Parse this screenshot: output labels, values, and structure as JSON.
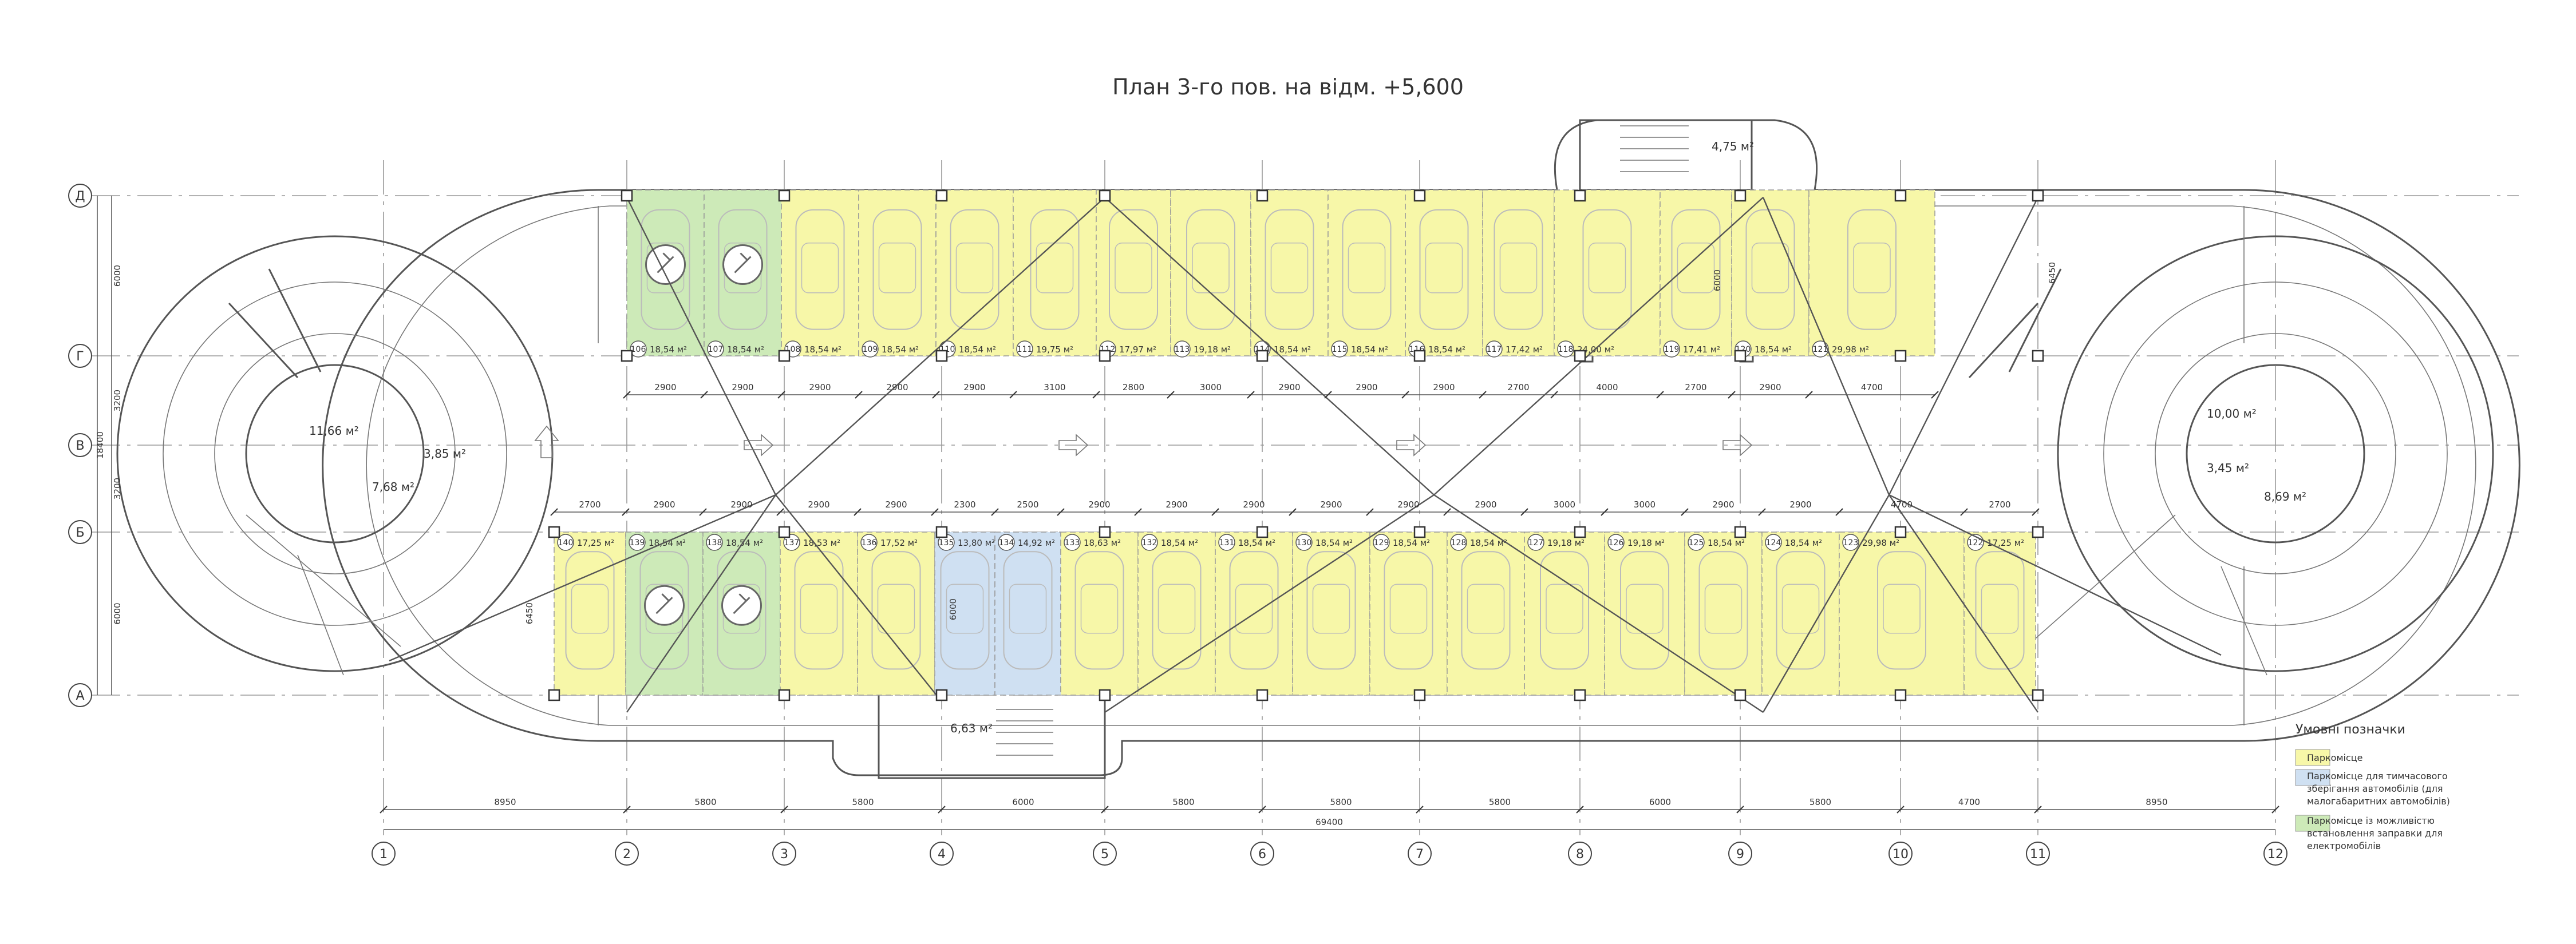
{
  "title": "План 3-го пов. на відм. +5,600",
  "legend": {
    "heading": "Умовні позначки",
    "items": [
      {
        "label": "Паркомісце",
        "color": "#f7f7a8"
      },
      {
        "label": "Паркомісце для тимчасового зберігання автомобілів (для малогабаритних автомобілів)",
        "color": "#cfe0f2"
      },
      {
        "label": "Паркомісце із можливістю встановлення заправки для електромобілів",
        "color": "#cdeab8"
      }
    ]
  },
  "colors": {
    "regular": "#f7f7a8",
    "temporary": "#cfe0f2",
    "ev": "#cdeab8"
  },
  "axes": {
    "columns": [
      "1",
      "2",
      "3",
      "4",
      "5",
      "6",
      "7",
      "8",
      "9",
      "10",
      "11",
      "12"
    ],
    "rows": [
      "Д",
      "Г",
      "В",
      "Б",
      "А"
    ]
  },
  "dims": {
    "bottom": [
      "8950",
      "5800",
      "5800",
      "6000",
      "5800",
      "5800",
      "5800",
      "6000",
      "5800",
      "4700",
      "8950"
    ],
    "total": "69400",
    "left": [
      "6000",
      "3200",
      "3200",
      "6000"
    ],
    "left_total": "18400",
    "upper_bays": [
      "2900",
      "2900",
      "2900",
      "2900",
      "2900",
      "3100",
      "2800",
      "3000",
      "2900",
      "2900",
      "2900",
      "2700",
      "4000",
      "2700",
      "2900",
      "4700"
    ],
    "lower_bays": [
      "2700",
      "2900",
      "2900",
      "2900",
      "2900",
      "2300",
      "2500",
      "2900",
      "2900",
      "2900",
      "2900",
      "2900",
      "2900",
      "3000",
      "3000",
      "2900",
      "2900",
      "4700",
      "2700"
    ],
    "depth_right": "6450",
    "depth_left": "6450",
    "core_depth": "6000",
    "core_depth_lower": "6000"
  },
  "upper_spaces": [
    {
      "num": "106",
      "area": "18,54 м²",
      "type": "ev"
    },
    {
      "num": "107",
      "area": "18,54 м²",
      "type": "ev"
    },
    {
      "num": "108",
      "area": "18,54 м²",
      "type": "regular"
    },
    {
      "num": "109",
      "area": "18,54 м²",
      "type": "regular"
    },
    {
      "num": "110",
      "area": "18,54 м²",
      "type": "regular"
    },
    {
      "num": "111",
      "area": "19,75 м²",
      "type": "regular"
    },
    {
      "num": "112",
      "area": "17,97 м²",
      "type": "regular"
    },
    {
      "num": "113",
      "area": "19,18 м²",
      "type": "regular"
    },
    {
      "num": "114",
      "area": "18,54 м²",
      "type": "regular"
    },
    {
      "num": "115",
      "area": "18,54 м²",
      "type": "regular"
    },
    {
      "num": "116",
      "area": "18,54 м²",
      "type": "regular"
    },
    {
      "num": "117",
      "area": "17,42 м²",
      "type": "regular"
    },
    {
      "num": "118",
      "area": "24,00 м²",
      "type": "regular"
    },
    {
      "num": "119",
      "area": "17,41 м²",
      "type": "regular"
    },
    {
      "num": "120",
      "area": "18,54 м²",
      "type": "regular"
    },
    {
      "num": "121",
      "area": "29,98 м²",
      "type": "regular"
    }
  ],
  "lower_spaces": [
    {
      "num": "140",
      "area": "17,25 м²",
      "type": "regular"
    },
    {
      "num": "139",
      "area": "18,54 м²",
      "type": "ev"
    },
    {
      "num": "138",
      "area": "18,54 м²",
      "type": "ev"
    },
    {
      "num": "137",
      "area": "18,53 м²",
      "type": "regular"
    },
    {
      "num": "136",
      "area": "17,52 м²",
      "type": "regular"
    },
    {
      "num": "135",
      "area": "13,80 м²",
      "type": "temporary"
    },
    {
      "num": "134",
      "area": "14,92 м²",
      "type": "temporary"
    },
    {
      "num": "133",
      "area": "18,63 м²",
      "type": "regular"
    },
    {
      "num": "132",
      "area": "18,54 м²",
      "type": "regular"
    },
    {
      "num": "131",
      "area": "18,54 м²",
      "type": "regular"
    },
    {
      "num": "130",
      "area": "18,54 м²",
      "type": "regular"
    },
    {
      "num": "129",
      "area": "18,54 м²",
      "type": "regular"
    },
    {
      "num": "128",
      "area": "18,54 м²",
      "type": "regular"
    },
    {
      "num": "127",
      "area": "19,18 м²",
      "type": "regular"
    },
    {
      "num": "126",
      "area": "19,18 м²",
      "type": "regular"
    },
    {
      "num": "125",
      "area": "18,54 м²",
      "type": "regular"
    },
    {
      "num": "124",
      "area": "18,54 м²",
      "type": "regular"
    },
    {
      "num": "123",
      "area": "29,98 м²",
      "type": "regular"
    },
    {
      "num": "122",
      "area": "17,25 м²",
      "type": "regular"
    }
  ],
  "rooms": {
    "left_a": "11,66 м²",
    "left_b": "3,85 м²",
    "left_c": "7,68 м²",
    "right_a": "10,00 м²",
    "right_b": "3,45 м²",
    "right_c": "8,69 м²",
    "stair_top": "4,75 м²",
    "stair_bottom": "6,63 м²"
  }
}
